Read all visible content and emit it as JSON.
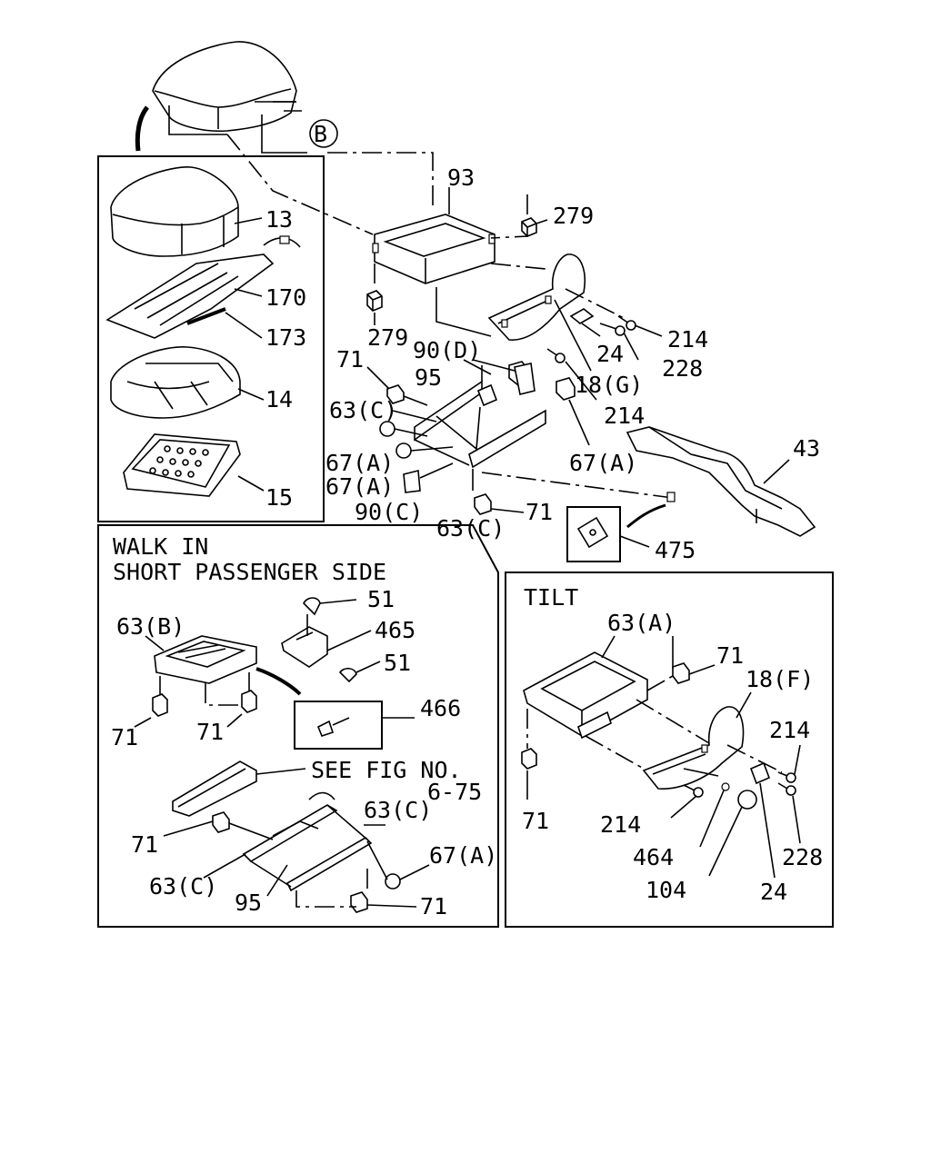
{
  "sections": {
    "walk_in_title_1": "WALK IN",
    "walk_in_title_2": "SHORT PASSENGER SIDE",
    "tilt_title": "TILT"
  },
  "callouts": {
    "b": "B",
    "p93": "93",
    "p279a": "279",
    "p279b": "279",
    "p13": "13",
    "p170": "170",
    "p173": "173",
    "p14": "14",
    "p15": "15",
    "p214a": "214",
    "p228a": "228",
    "p24a": "24",
    "p18g": "18(G)",
    "p214b": "214",
    "p71a": "71",
    "p90d": "90(D)",
    "p95a": "95",
    "p63ca": "63(C)",
    "p67aa": "67(A)",
    "p67ab": "67(A)",
    "p67ac": "67(A)",
    "p90c": "90(C)",
    "p63cb": "63(C)",
    "p71b": "71",
    "p43": "43",
    "p475": "475",
    "p51a": "51",
    "p465": "465",
    "p51b": "51",
    "p63b": "63(B)",
    "p466": "466",
    "p71c": "71",
    "p71d": "71",
    "see_fig": "SEE FIG NO.",
    "fig_no": "6-75",
    "p63cc": "63(C)",
    "p71e": "71",
    "p67ad": "67(A)",
    "p63cd": "63(C)",
    "p95b": "95",
    "p71f": "71",
    "p63a": "63(A)",
    "p71g": "71",
    "p18f": "18(F)",
    "p214c": "214",
    "p71h": "71",
    "p214d": "214",
    "p228b": "228",
    "p464": "464",
    "p104": "104",
    "p24b": "24"
  }
}
